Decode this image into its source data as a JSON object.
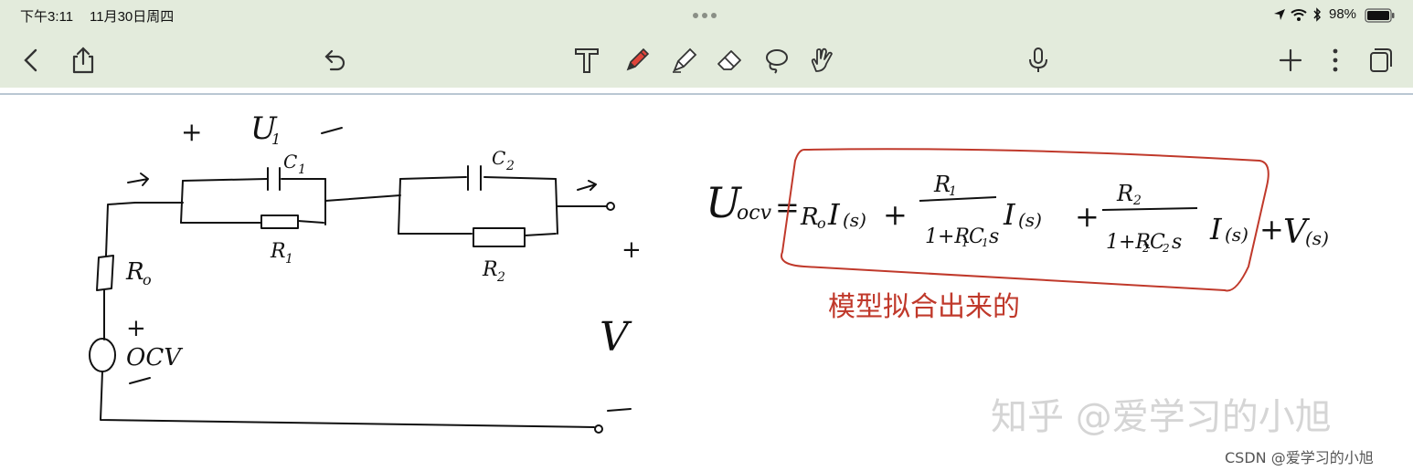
{
  "status": {
    "time": "下午3:11",
    "date": "11月30日周四",
    "battery": "98%"
  },
  "toolbar": {
    "icons": [
      "back-icon",
      "share-icon",
      "undo-icon",
      "text-tool-icon",
      "pen-icon",
      "highlighter-icon",
      "eraser-icon",
      "lasso-icon",
      "hand-icon",
      "mic-icon",
      "add-icon",
      "more-icon",
      "pages-icon"
    ]
  },
  "colors": {
    "toolbar_bg": "#e3ebdc",
    "ink": "#111111",
    "annotation": "#c0392b"
  },
  "note": {
    "labels": {
      "plus_top": "+",
      "u1": "U",
      "u1_sub": "1",
      "minus_top": "–",
      "c1": "C",
      "c1_sub": "1",
      "c2": "C",
      "c2_sub": "2",
      "r1": "R",
      "r1_sub": "1",
      "r2": "R",
      "r2_sub": "2",
      "r0": "R",
      "r0_sub": "o",
      "plus_src": "+",
      "ocv": "OCV",
      "plus_right": "+",
      "v": "V",
      "minus_right": "-"
    },
    "formula": {
      "lhs": "U",
      "lhs_sub": "ocv",
      "eq": "=",
      "term1": "R",
      "term1_sub": "o",
      "term1_rest": "I",
      "term1_paren": "(s)",
      "plus1": "+",
      "frac1_num": "R",
      "frac1_num_sub": "1",
      "frac1_den": "1+R",
      "frac1_den_sub": "1",
      "frac1_den_rest": "C",
      "frac1_den_sub2": "1",
      "frac1_den_s": "s",
      "i1": "I",
      "i1_paren": "(s)",
      "plus2": "+",
      "frac2_num": "R",
      "frac2_num_sub": "2",
      "frac2_den": "1+R",
      "frac2_den_sub": "2",
      "frac2_den_rest": "C",
      "frac2_den_sub2": "2",
      "frac2_den_s": "s",
      "i2": "I",
      "i2_paren": "(s)",
      "plus3": "+",
      "v": "V",
      "v_paren": "(s)"
    },
    "annotation": "模型拟合出来的"
  },
  "watermark": {
    "main": "知乎 @爱学习的小旭",
    "corner": "CSDN @爱学习的小旭"
  }
}
